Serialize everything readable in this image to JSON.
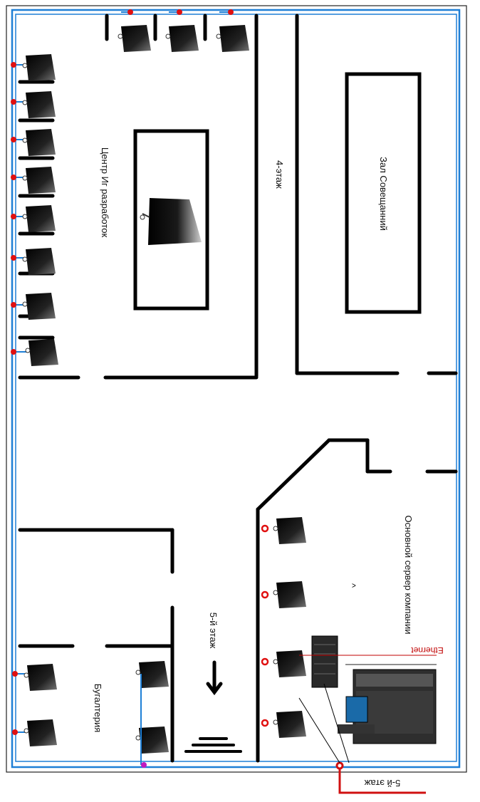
{
  "labels": {
    "it_center": "Центр Иг разработок",
    "floor4": "4-этаж",
    "meeting_room": "Зал Совещанний",
    "main_server": "Основной сервер компании",
    "floor5_arrow": "5-й этаж",
    "accounting": "Бугалтерия",
    "ethernet": "Ethernet",
    "floor5_bottom": "5-й этаж",
    "caret": "^"
  },
  "colors": {
    "wall": "#000000",
    "cable": "#1e7fd6",
    "node": "#e01010",
    "uplink": "#d01010",
    "junction": "#c01abf",
    "monitor": "#1a1a1a"
  }
}
